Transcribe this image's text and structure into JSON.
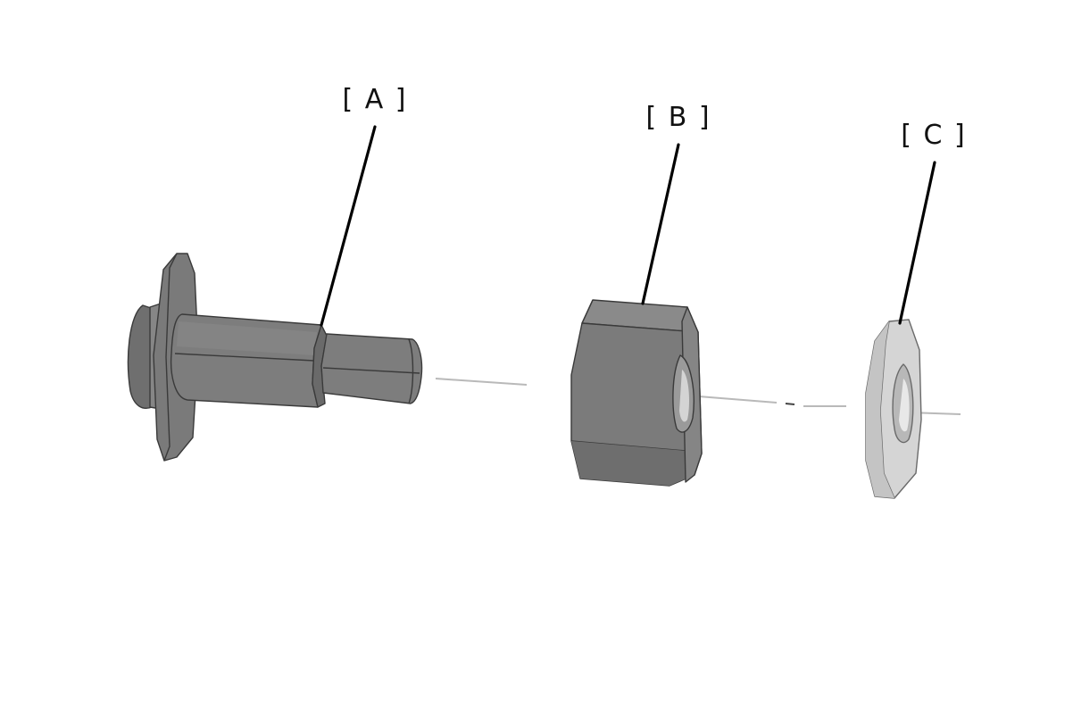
{
  "figure": {
    "callouts": [
      {
        "id": "A",
        "label": "[ A ]",
        "part": "shaft"
      },
      {
        "id": "B",
        "label": "[ B ]",
        "part": "bushing"
      },
      {
        "id": "C",
        "label": "[ C ]",
        "part": "nut"
      }
    ],
    "colors": {
      "part_dark": "#7a7a7a",
      "part_dark_shade": "#5f5f5f",
      "part_dark_highlight": "#8e8e8e",
      "part_light": "#d6d6d6",
      "part_light_shade": "#bdbdbd",
      "leader_line": "#000000",
      "axis_line": "#b9b9b9"
    }
  }
}
